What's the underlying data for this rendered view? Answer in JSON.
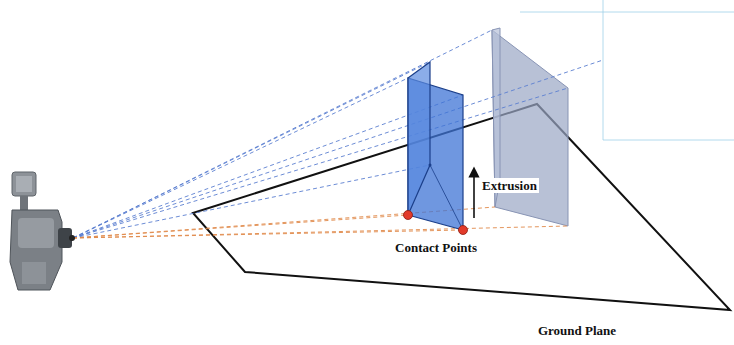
{
  "diagram": {
    "labels": [
      "Extrusion",
      "Contact Points",
      "Ground Plane"
    ]
  }
}
